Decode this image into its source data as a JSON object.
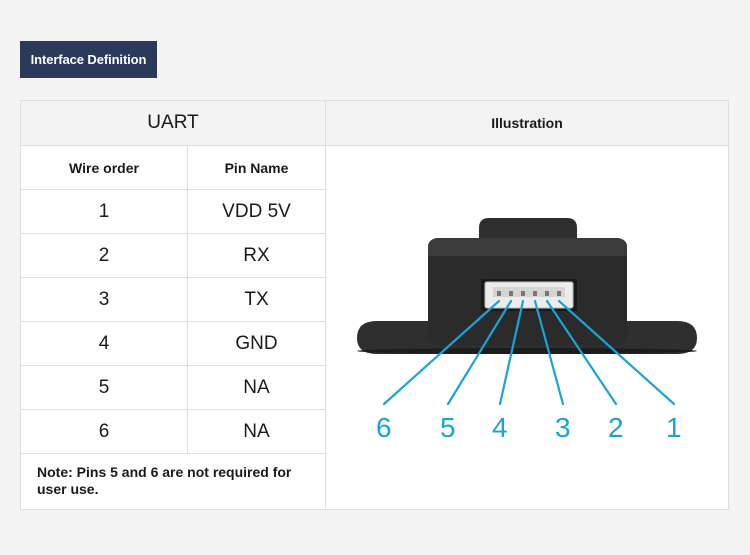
{
  "header": {
    "title": "Interface Definition"
  },
  "table": {
    "group_label": "UART",
    "illustration_label": "Illustration",
    "columns": [
      "Wire order",
      "Pin Name"
    ],
    "rows": [
      {
        "order": "1",
        "pin": "VDD 5V"
      },
      {
        "order": "2",
        "pin": "RX"
      },
      {
        "order": "3",
        "pin": "TX"
      },
      {
        "order": "4",
        "pin": "GND"
      },
      {
        "order": "5",
        "pin": "NA"
      },
      {
        "order": "6",
        "pin": "NA"
      }
    ],
    "note": "Note: Pins 5 and 6 are not required for user use."
  },
  "illustration": {
    "pin_labels": [
      "6",
      "5",
      "4",
      "3",
      "2",
      "1"
    ],
    "wire_color": "#1aa3d9",
    "device_color": "#2a2a2a"
  }
}
